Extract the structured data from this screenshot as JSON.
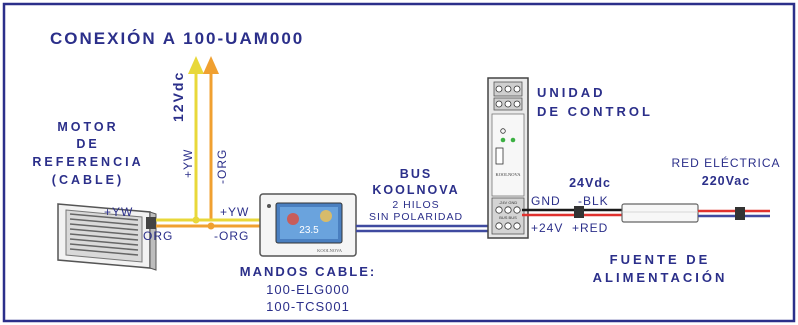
{
  "title": "CONEXIÓN A 100-UAM000",
  "motor": {
    "line1": "MOTOR",
    "line2": "DE",
    "line3": "REFERENCIA",
    "line4": "(CABLE)"
  },
  "power_label": "12Vdc",
  "wires": {
    "yw": "+YW",
    "org": "-ORG",
    "org_short": "ORG",
    "gnd": "GND",
    "blk": "-BLK",
    "plus24": "+24V",
    "red": "+RED"
  },
  "bus": {
    "line1": "BUS",
    "line2": "KOOLNOVA",
    "line3": "2 HILOS",
    "line4": "SIN POLARIDAD"
  },
  "control_unit": {
    "line1": "UNIDAD",
    "line2": "DE CONTROL"
  },
  "device": {
    "brand": "KOOLNOVA",
    "terminal_top": "-24V GND",
    "terminal_bottom": "BUS BUS"
  },
  "supply_voltage": "24Vdc",
  "mains": {
    "line1": "RED ELÉCTRICA",
    "line2": "220Vac"
  },
  "supply": {
    "line1": "FUENTE DE",
    "line2": "ALIMENTACIÓN"
  },
  "thermostat": {
    "display": "23.5",
    "brand": "KOOLNOVA"
  },
  "mandos": {
    "title": "MANDOS CABLE:",
    "model1": "100-ELG000",
    "model2": "100-TCS001"
  },
  "colors": {
    "frame": "#2b2f8a",
    "text": "#2b2f8a",
    "wire_yellow": "#e8d83a",
    "wire_orange": "#f0a030",
    "wire_blue": "#3f4aa0",
    "wire_red": "#e0322f",
    "wire_black": "#1a1a1a",
    "led_green": "#3cb043"
  }
}
